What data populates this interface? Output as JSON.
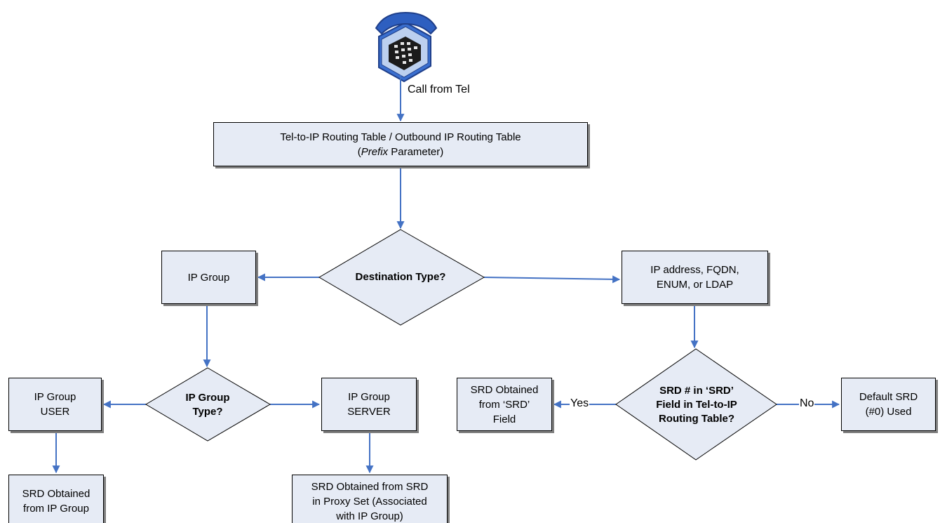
{
  "call_label": "Call from Tel",
  "routing_table": {
    "line1": "Tel-to-IP Routing Table / Outbound IP Routing Table",
    "line2_italic": "Prefix",
    "line2_rest": " Parameter)",
    "line2_open": "("
  },
  "dest_type": "Destination Type?",
  "ip_group": "IP Group",
  "ip_address": "IP address, FQDN,\nENUM, or LDAP",
  "ip_group_type": "IP Group\nType?",
  "ip_group_user": "IP Group\nUSER",
  "ip_group_server": "IP Group\nSERVER",
  "srd_from_ipgroup": "SRD Obtained\nfrom IP Group",
  "srd_from_proxy": "SRD Obtained from SRD\nin Proxy Set (Associated\nwith IP Group)",
  "srd_question": "SRD # in ‘SRD’\nField in Tel-to-IP\nRouting Table?",
  "srd_from_field": "SRD Obtained\nfrom ‘SRD’\nField",
  "default_srd": "Default SRD\n(#0) Used",
  "yes_label": "Yes",
  "no_label": "No",
  "colors": {
    "box_fill": "#e6ebf5",
    "arrow": "#4472c4",
    "phone_blue": "#3a6fcf"
  },
  "icons": [
    "telephone-icon"
  ]
}
